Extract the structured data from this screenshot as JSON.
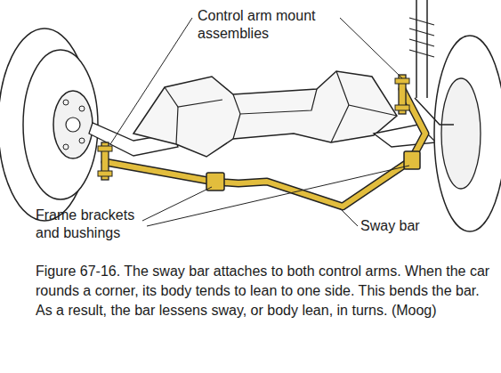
{
  "diagram": {
    "caption": "Figure 67-16. The sway bar attaches to both control arms. When the car rounds a corner, its body tends to lean to one side. This bends the bar. As a result, the bar lessens sway, or body lean, in turns. (Moog)",
    "labels": [
      "Control arm mount assemblies",
      "Frame brackets and bushings",
      "Sway bar"
    ]
  }
}
